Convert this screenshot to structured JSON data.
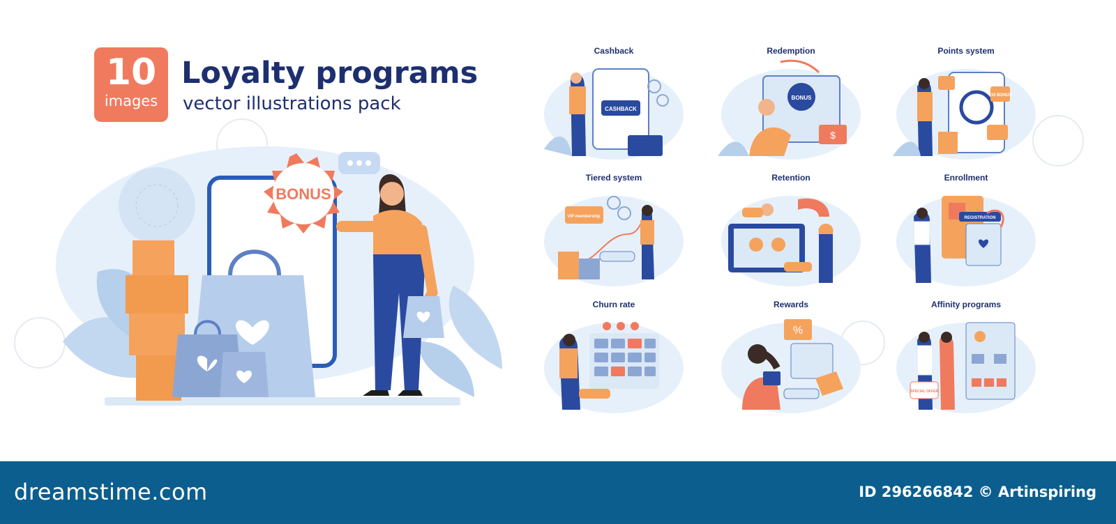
{
  "badge": {
    "number": "10",
    "label": "images"
  },
  "header": {
    "title": "Loyalty programs",
    "subtitle": "vector illustrations pack"
  },
  "hero": {
    "bonus_label": "BONUS"
  },
  "thumbnails": [
    {
      "caption": "Cashback",
      "inner_text": "CASHBACK"
    },
    {
      "caption": "Redemption",
      "inner_text": "BONUS"
    },
    {
      "caption": "Points system",
      "inner_text": "+10 BONUS"
    },
    {
      "caption": "Tiered system",
      "inner_text": "VIP membership"
    },
    {
      "caption": "Retention",
      "inner_text": ""
    },
    {
      "caption": "Enrollment",
      "inner_text": "REGISTRATION"
    },
    {
      "caption": "Churn rate",
      "inner_text": ""
    },
    {
      "caption": "Rewards",
      "inner_text": "%"
    },
    {
      "caption": "Affinity programs",
      "inner_text": "SPECIAL OFFER"
    }
  ],
  "footer": {
    "brand": "dreamstime.com",
    "credit": "ID 296266842 © Artinspiring"
  },
  "colors": {
    "navy": "#1d2f6f",
    "coral": "#f07a5e",
    "orange": "#f5a25d",
    "light_blue": "#dce9f7",
    "footer_blue": "#0b5e8e"
  }
}
